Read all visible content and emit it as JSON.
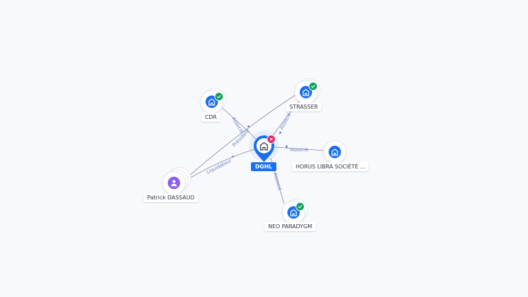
{
  "colors": {
    "accent": "#1a6ef0",
    "person": "#8b5cf6",
    "ok": "#13a05c",
    "error": "#e0245e",
    "edge": "#7d8699",
    "edge_label": "#6b7cc9"
  },
  "center": {
    "name": "DGHL",
    "icon": "building-icon",
    "status": "error"
  },
  "nodes": [
    {
      "id": "cdr",
      "name": "CDR",
      "icon": "building-icon",
      "status": "ok"
    },
    {
      "id": "strasser",
      "name": "STRASSER",
      "icon": "building-icon",
      "status": "ok"
    },
    {
      "id": "horus",
      "name": "HORUS LIBRA SOCIÉTÉ ...",
      "icon": "building-icon",
      "status": ""
    },
    {
      "id": "patrick",
      "name": "Patrick DASSAUD",
      "icon": "person-icon",
      "status": ""
    },
    {
      "id": "neo",
      "name": "NEO PARADYGM",
      "icon": "building-icon",
      "status": "ok"
    }
  ],
  "edges": [
    {
      "from": "cdr",
      "to": "DGHL",
      "label": "Associé"
    },
    {
      "from": "strasser",
      "to": "DGHL",
      "label": "Associé"
    },
    {
      "from": "horus",
      "to": "DGHL",
      "label": "Associé"
    },
    {
      "from": "patrick",
      "to": "DGHL",
      "label": "Liquidateur"
    },
    {
      "from": "patrick",
      "to": "strasser",
      "label": "Président"
    },
    {
      "from": "neo",
      "to": "DGHL",
      "label": "Associé"
    }
  ]
}
